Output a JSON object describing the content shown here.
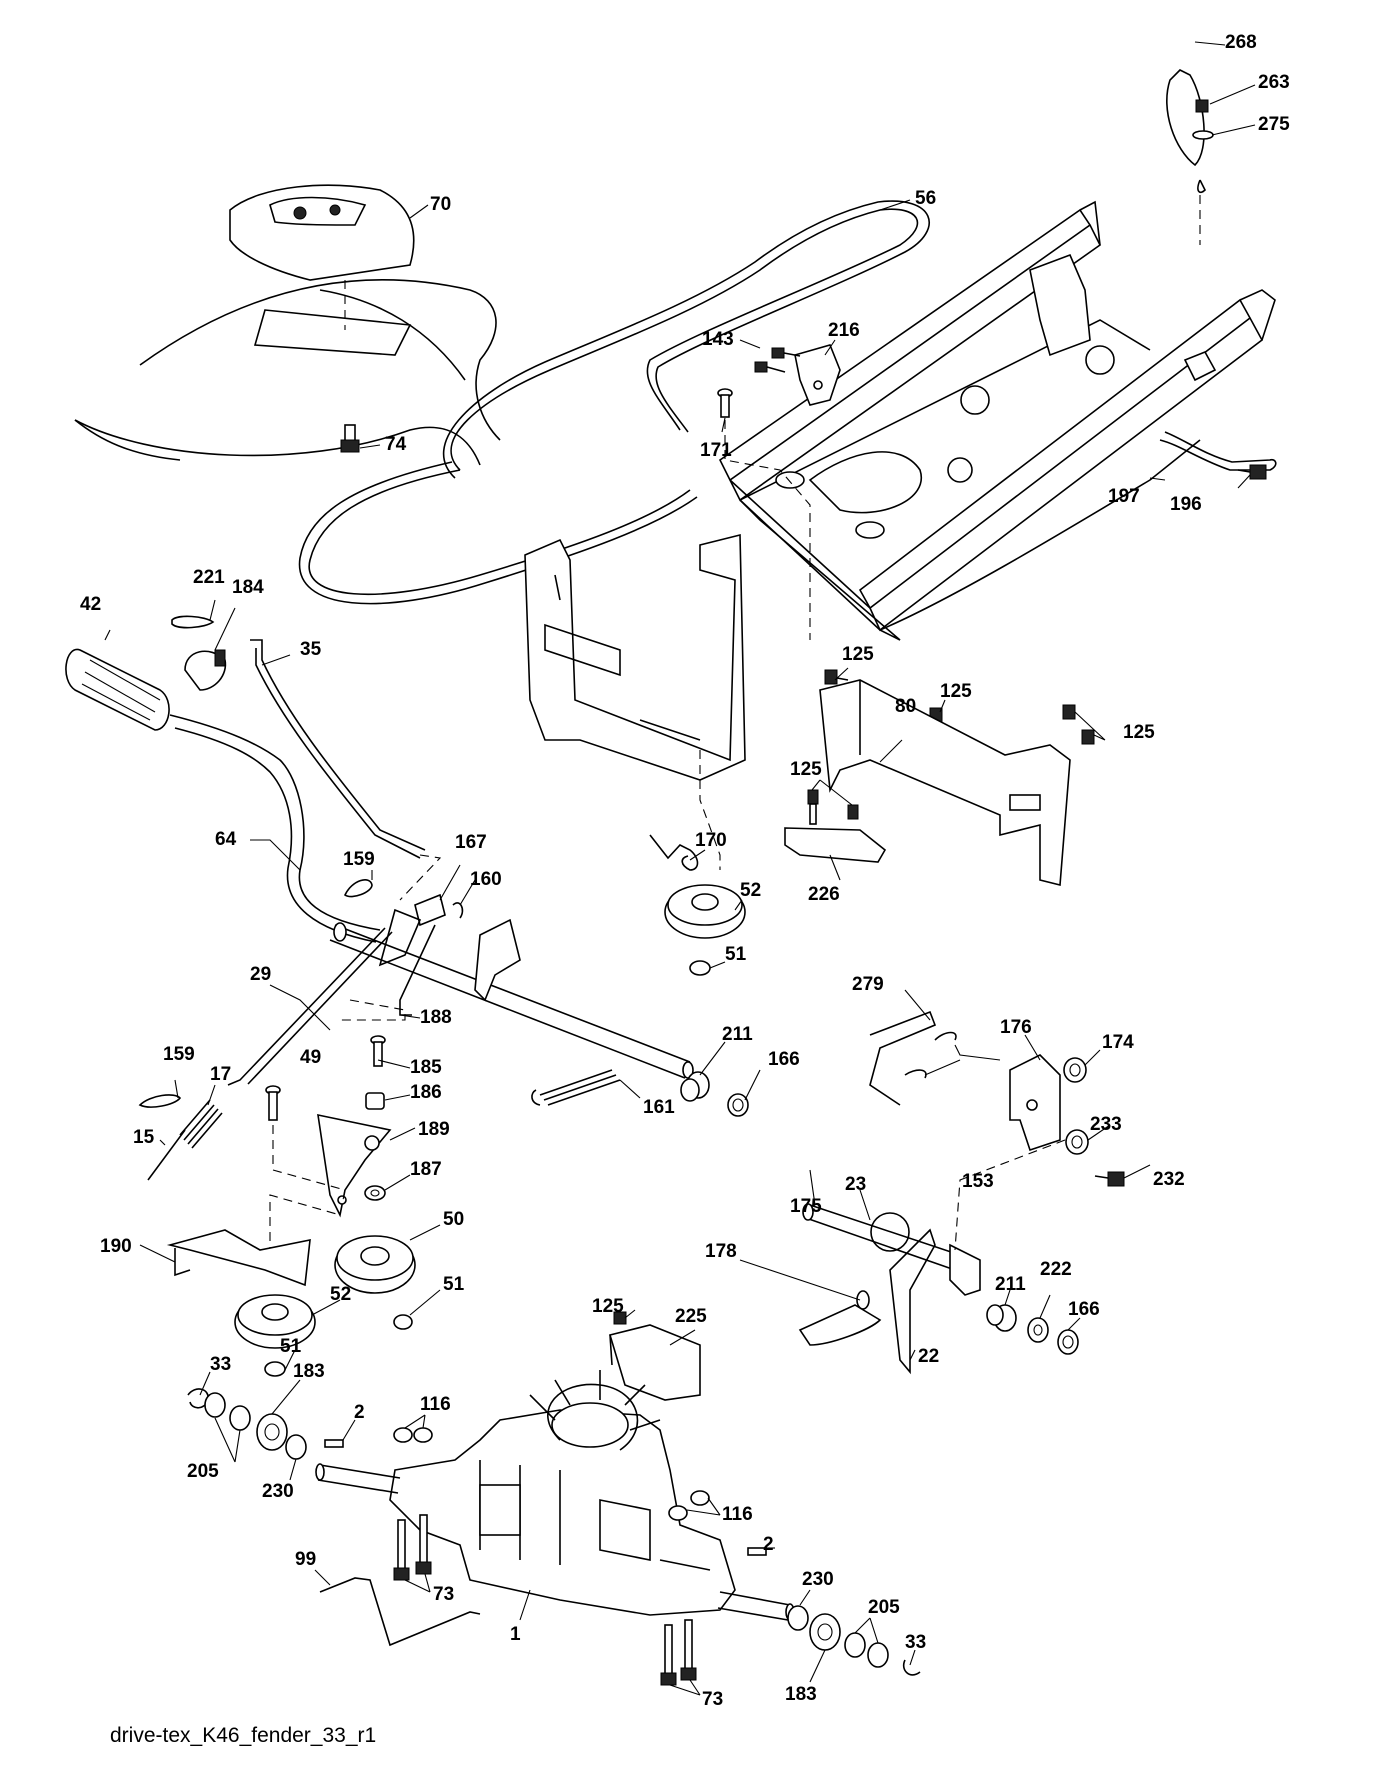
{
  "diagram": {
    "caption": "drive-tex_K46_fender_33_r1",
    "callouts": {
      "c268": "268",
      "c263": "263",
      "c275": "275",
      "c70": "70",
      "c56": "56",
      "c143": "143",
      "c216": "216",
      "c171": "171",
      "c74": "74",
      "c197": "197",
      "c196": "196",
      "c221": "221",
      "c184": "184",
      "c42": "42",
      "c35": "35",
      "c125a": "125",
      "c125b": "125",
      "c125c": "125",
      "c125d": "125",
      "c125e": "125",
      "c80": "80",
      "c64": "64",
      "c159a": "159",
      "c167": "167",
      "c160": "160",
      "c170": "170",
      "c52a": "52",
      "c226": "226",
      "c51a": "51",
      "c29": "29",
      "c188": "188",
      "c211a": "211",
      "c166a": "166",
      "c159b": "159",
      "c17": "17",
      "c49": "49",
      "c185": "185",
      "c186": "186",
      "c161": "161",
      "c15": "15",
      "c189": "189",
      "c187": "187",
      "c279": "279",
      "c176": "176",
      "c174": "174",
      "c23": "23",
      "c153": "153",
      "c233": "233",
      "c232": "232",
      "c175": "175",
      "c50": "50",
      "c178": "178",
      "c190": "190",
      "c51b": "51",
      "c211b": "211",
      "c222": "222",
      "c166b": "166",
      "c52b": "52",
      "c51c": "51",
      "c22": "22",
      "c225": "225",
      "c33a": "33",
      "c183a": "183",
      "c116a": "116",
      "c2a": "2",
      "c205a": "205",
      "c230a": "230",
      "c116b": "116",
      "c2b": "2",
      "c230b": "230",
      "c205b": "205",
      "c33b": "33",
      "c99": "99",
      "c73a": "73",
      "c1": "1",
      "c183b": "183",
      "c73b": "73"
    }
  }
}
